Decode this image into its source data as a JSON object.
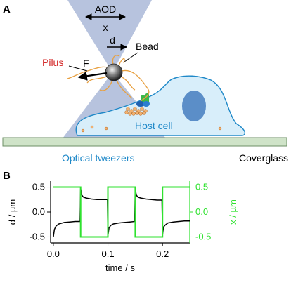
{
  "panel_a": {
    "panel_letter": "A",
    "labels": {
      "aod": "AOD",
      "x": "x",
      "d": "d",
      "bead": "Bead",
      "pilus": "Pilus",
      "force": "F",
      "host_cell": "Host cell",
      "optical_tweezers": "Optical tweezers",
      "coverglass": "Coverglass"
    },
    "colors": {
      "beam": "#aab8d8",
      "cell_fill": "#d8eefa",
      "cell_stroke": "#1e88c8",
      "nucleus": "#5b8ec8",
      "coverglass_fill": "#cfe3c8",
      "pilus": "#e8a040",
      "pilus_label": "#d42a2a",
      "blue_text": "#1e88c8"
    }
  },
  "panel_b": {
    "panel_letter": "B",
    "chart_data": {
      "type": "line",
      "xlabel": "time / s",
      "ylabel_left": "d / µm",
      "ylabel_right": "x / µm",
      "xlim": [
        -0.005,
        0.25
      ],
      "ylim": [
        -0.62,
        0.62
      ],
      "x_ticks": [
        0.0,
        0.1,
        0.2
      ],
      "x_tick_labels": [
        "0.0",
        "0.1",
        "0.2"
      ],
      "y_ticks": [
        0.5,
        0.0,
        -0.5
      ],
      "y_tick_labels": [
        "0.5",
        "0.0",
        "-0.5"
      ],
      "y_right_ticks": [
        0.5,
        0.0,
        -0.5
      ],
      "y_right_tick_labels": [
        "0.5",
        "0.0",
        "-0.5"
      ],
      "series": [
        {
          "axis": "left",
          "color": "#000000",
          "points": [
            [
              0.0,
              -0.5
            ],
            [
              0.002,
              -0.35
            ],
            [
              0.005,
              -0.28
            ],
            [
              0.01,
              -0.24
            ],
            [
              0.02,
              -0.21
            ],
            [
              0.03,
              -0.2
            ],
            [
              0.04,
              -0.19
            ],
            [
              0.049,
              -0.19
            ],
            [
              0.05,
              0.47
            ],
            [
              0.052,
              0.34
            ],
            [
              0.055,
              0.3
            ],
            [
              0.06,
              0.28
            ],
            [
              0.07,
              0.26
            ],
            [
              0.08,
              0.25
            ],
            [
              0.09,
              0.25
            ],
            [
              0.099,
              0.25
            ],
            [
              0.1,
              -0.48
            ],
            [
              0.102,
              -0.32
            ],
            [
              0.105,
              -0.27
            ],
            [
              0.11,
              -0.24
            ],
            [
              0.12,
              -0.22
            ],
            [
              0.13,
              -0.21
            ],
            [
              0.14,
              -0.2
            ],
            [
              0.149,
              -0.19
            ],
            [
              0.15,
              0.47
            ],
            [
              0.152,
              0.34
            ],
            [
              0.155,
              0.3
            ],
            [
              0.16,
              0.28
            ],
            [
              0.17,
              0.26
            ],
            [
              0.18,
              0.25
            ],
            [
              0.19,
              0.24
            ],
            [
              0.199,
              0.24
            ],
            [
              0.2,
              -0.46
            ],
            [
              0.202,
              -0.3
            ],
            [
              0.205,
              -0.26
            ],
            [
              0.21,
              -0.22
            ],
            [
              0.22,
              -0.2
            ],
            [
              0.23,
              -0.19
            ],
            [
              0.24,
              -0.18
            ],
            [
              0.25,
              -0.18
            ]
          ]
        },
        {
          "axis": "right",
          "color": "#2fe22f",
          "points": [
            [
              0.0,
              0.5
            ],
            [
              0.05,
              0.5
            ],
            [
              0.05,
              -0.5
            ],
            [
              0.1,
              -0.5
            ],
            [
              0.1,
              0.5
            ],
            [
              0.15,
              0.5
            ],
            [
              0.15,
              -0.5
            ],
            [
              0.2,
              -0.5
            ],
            [
              0.2,
              0.5
            ],
            [
              0.25,
              0.5
            ]
          ]
        }
      ]
    }
  }
}
